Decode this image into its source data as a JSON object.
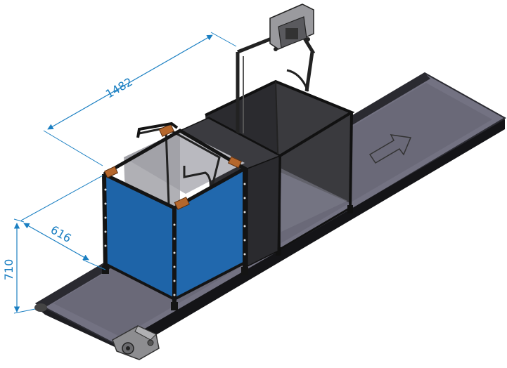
{
  "dimensions": {
    "length": "1482",
    "width": "616",
    "height": "710"
  },
  "colors": {
    "dimension_line": "#1a7fc2",
    "blue_panel": "#1e64a8",
    "belt": "#6f6e7c",
    "frame": "#2a2a2a",
    "corner_block": "#b5672c"
  },
  "icons": {
    "direction_arrow": "arrow-right-outline-icon"
  }
}
